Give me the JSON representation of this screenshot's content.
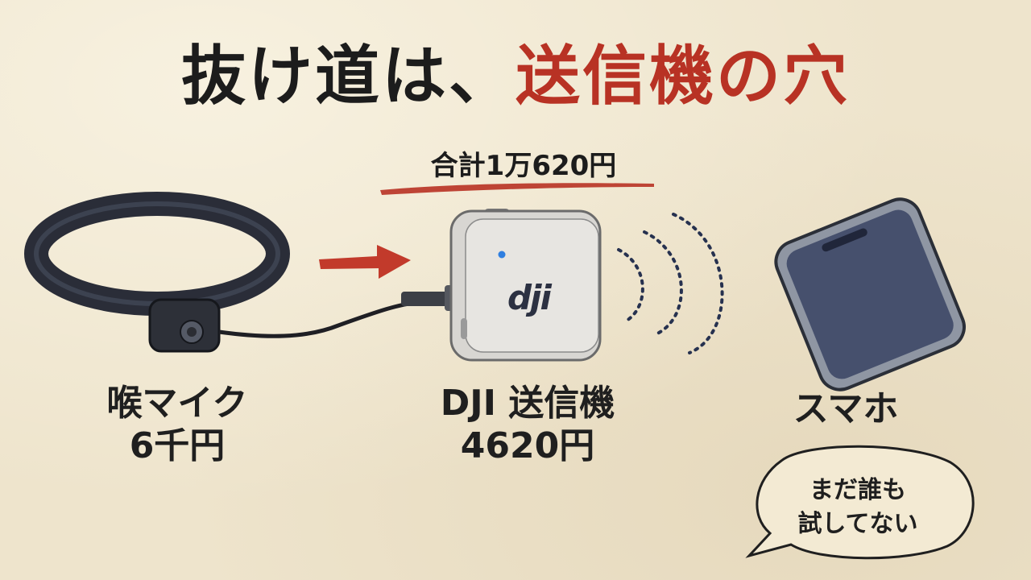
{
  "headline": {
    "part1": "抜け道は、",
    "part2": "送信機の穴"
  },
  "total": "合計1万620円",
  "dji_logo": "dji",
  "items": [
    {
      "name": "喉マイク",
      "price": "6千円"
    },
    {
      "name": "DJI 送信機",
      "price": "4620円"
    },
    {
      "name": "スマホ"
    }
  ],
  "speech_bubble": {
    "line1": "まだ誰も",
    "line2": "試してない"
  },
  "colors": {
    "paper": "#eee4cc",
    "ink": "#1c1c1c",
    "accent_red": "#b83224",
    "led_blue": "#2f7fe0",
    "wave_navy": "#26314f"
  }
}
